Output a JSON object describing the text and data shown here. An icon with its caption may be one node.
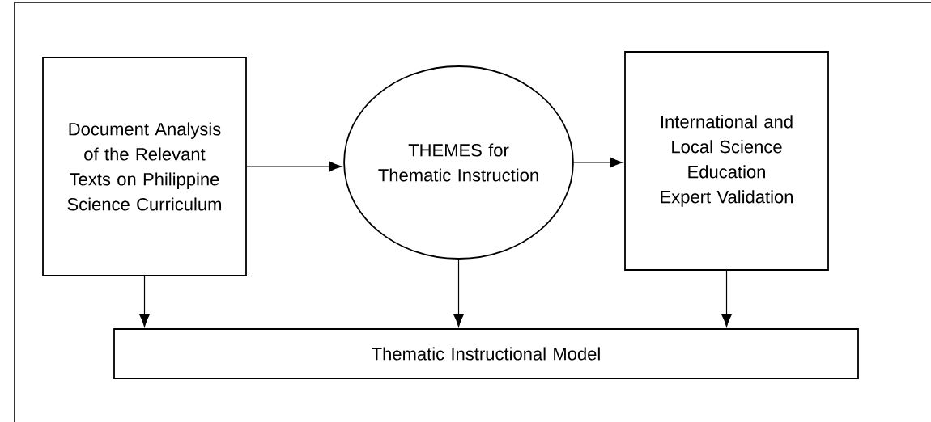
{
  "diagram": {
    "nodes": [
      {
        "text": [
          "Document Analysis of the Relevant Texts on Philippine Science Curriculum"
        ]
      },
      {
        "text": [
          "THEMES for Thematic Instruction"
        ]
      },
      {
        "text": [
          "International and Local Science Education Expert Validation"
        ]
      },
      {
        "text": [
          "Thematic Instructional Model"
        ]
      }
    ],
    "edges": [
      {
        "from": 0,
        "to": 1,
        "arrow": "to"
      },
      {
        "from": 1,
        "to": 2,
        "arrow": "to"
      },
      {
        "from": 0,
        "to": 3,
        "arrow": "to"
      },
      {
        "from": 1,
        "to": 3,
        "arrow": "to"
      },
      {
        "from": 2,
        "to": 3,
        "arrow": "to"
      }
    ]
  }
}
